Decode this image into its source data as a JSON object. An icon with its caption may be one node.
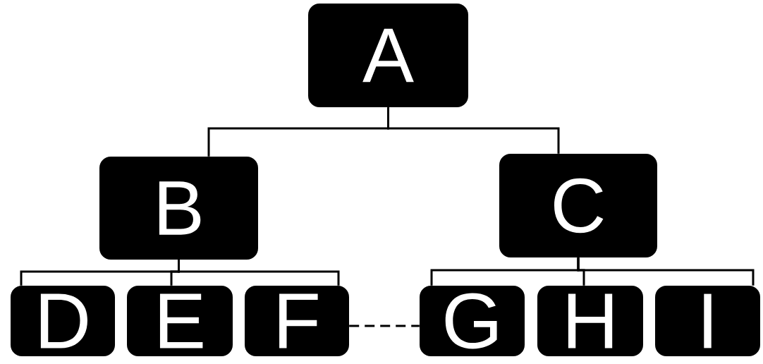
{
  "diagram": {
    "nodes": [
      {
        "text": [
          "A"
        ]
      },
      {
        "text": [
          "B"
        ]
      },
      {
        "text": [
          "C"
        ]
      },
      {
        "text": [
          "D"
        ]
      },
      {
        "text": [
          "E"
        ]
      },
      {
        "text": [
          "F"
        ]
      },
      {
        "text": [
          "G"
        ]
      },
      {
        "text": [
          "H"
        ]
      },
      {
        "text": [
          "I"
        ]
      }
    ],
    "edges": [
      {
        "from": 0,
        "to": 1,
        "arrow": "none"
      },
      {
        "from": 0,
        "to": 2,
        "arrow": "none"
      },
      {
        "from": 1,
        "to": 3,
        "arrow": "none"
      },
      {
        "from": 1,
        "to": 4,
        "arrow": "none"
      },
      {
        "from": 1,
        "to": 5,
        "arrow": "none"
      },
      {
        "from": 2,
        "to": 6,
        "arrow": "none"
      },
      {
        "from": 2,
        "to": 7,
        "arrow": "none"
      },
      {
        "from": 2,
        "to": 8,
        "arrow": "none"
      },
      {
        "from": 5,
        "to": 6,
        "arrow": "none",
        "style": "dashed"
      }
    ]
  }
}
